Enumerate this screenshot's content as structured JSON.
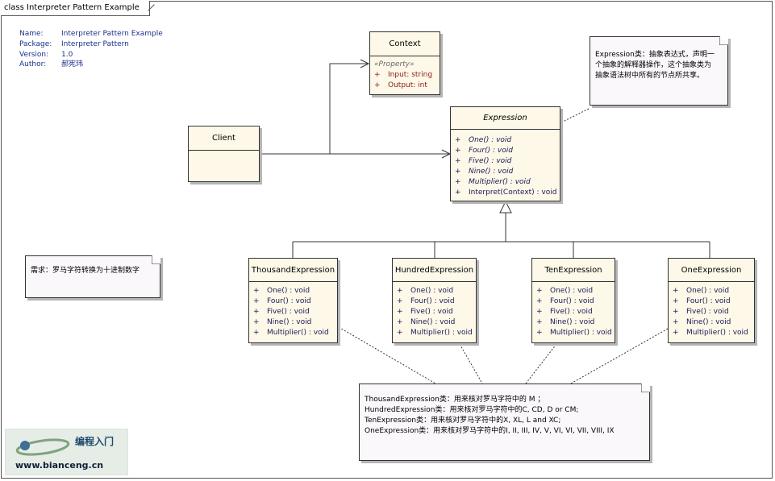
{
  "frame": {
    "title": "class Interpreter Pattern Example"
  },
  "meta": [
    {
      "key": "Name:",
      "value": "Interpreter Pattern Example"
    },
    {
      "key": "Package:",
      "value": "Interpreter Pattern"
    },
    {
      "key": "Version:",
      "value": "1.0"
    },
    {
      "key": "Author:",
      "value": "郝宪玮"
    }
  ],
  "context": {
    "name": "Context",
    "stereotype": "«Property»",
    "attrs": [
      {
        "vis": "+",
        "text": "Input:  string"
      },
      {
        "vis": "+",
        "text": "Output:  int"
      }
    ]
  },
  "client": {
    "name": "Client"
  },
  "expression": {
    "name": "Expression",
    "ops": [
      {
        "vis": "+",
        "text": "One() : void"
      },
      {
        "vis": "+",
        "text": "Four() : void"
      },
      {
        "vis": "+",
        "text": "Five() : void"
      },
      {
        "vis": "+",
        "text": "Nine() : void"
      },
      {
        "vis": "+",
        "text": "Multiplier() : void"
      },
      {
        "vis": "+",
        "text": "Interpret(Context) : void"
      }
    ]
  },
  "subclasses": [
    {
      "name": "ThousandExpression",
      "ops": [
        "One() : void",
        "Four() : void",
        "Five() : void",
        "Nine() : void",
        "Multiplier() : void"
      ]
    },
    {
      "name": "HundredExpression",
      "ops": [
        "One() : void",
        "Four() : void",
        "Five() : void",
        "Nine() : void",
        "Multiplier() : void"
      ]
    },
    {
      "name": "TenExpression",
      "ops": [
        "One() : void",
        "Four() : void",
        "Five() : void",
        "Nine() : void",
        "Multiplier() : void"
      ]
    },
    {
      "name": "OneExpression",
      "ops": [
        "One() : void",
        "Four() : void",
        "Five() : void",
        "Nine() : void",
        "Multiplier() : void"
      ]
    }
  ],
  "notes": {
    "expression_note": [
      "Expression类：抽象表达式，声明一",
      "个抽象的解释器操作，这个抽象类为",
      "抽象语法树中所有的节点所共享。"
    ],
    "requirement_note": [
      "需求：罗马字符转换为十进制数字"
    ],
    "bottom_note": [
      "ThousandExpression类：用来核对罗马字符中的 M ；",
      "HundredExpression类：用来核对罗马字符中的C, CD, D or CM;",
      "TenExpression类：用来核对罗马字符中的X, XL, L and XC;",
      "OneExpression类：用来核对罗马字符中的I, II, III, IV, V, VI, VI, VII, VIII, IX"
    ]
  },
  "logo": {
    "title": "编程入门",
    "url": "www.bianceng.cn"
  }
}
